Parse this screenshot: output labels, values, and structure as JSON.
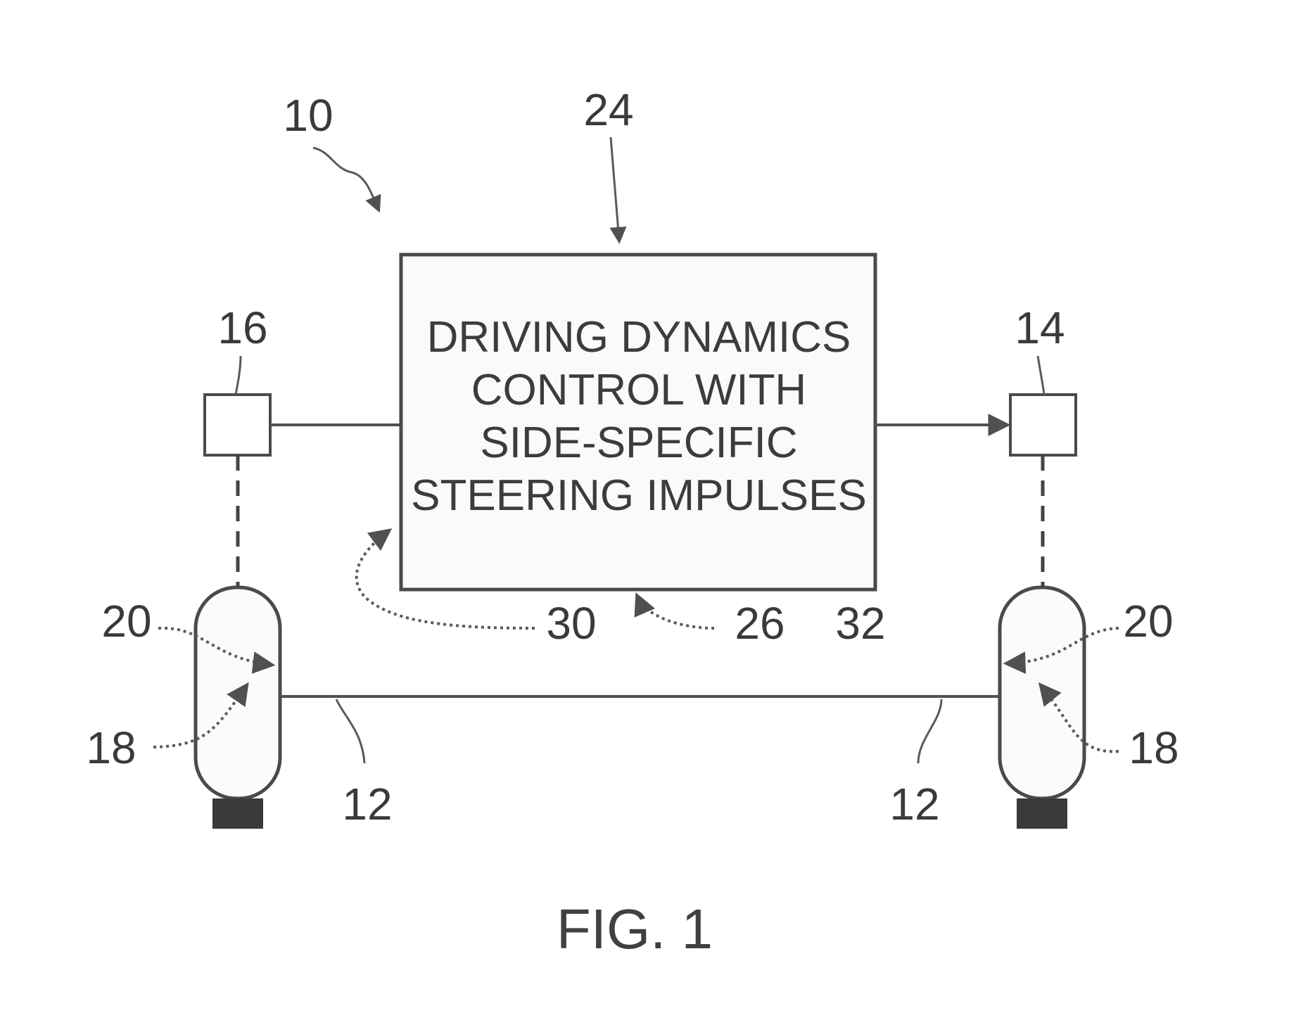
{
  "figure_caption": "FIG. 1",
  "controller": {
    "ref": "24",
    "text_lines": [
      "DRIVING DYNAMICS",
      "CONTROL WITH",
      "SIDE-SPECIFIC",
      "STEERING IMPULSES"
    ]
  },
  "labels": {
    "system": "10",
    "axle_left": "12",
    "axle_right": "12",
    "sensor_right": "14",
    "sensor_left": "16",
    "wheel_left_18": "18",
    "wheel_right_18": "18",
    "wheel_left_20": "20",
    "wheel_right_20": "20",
    "ref_26": "26",
    "ref_30": "30",
    "ref_32": "32"
  }
}
